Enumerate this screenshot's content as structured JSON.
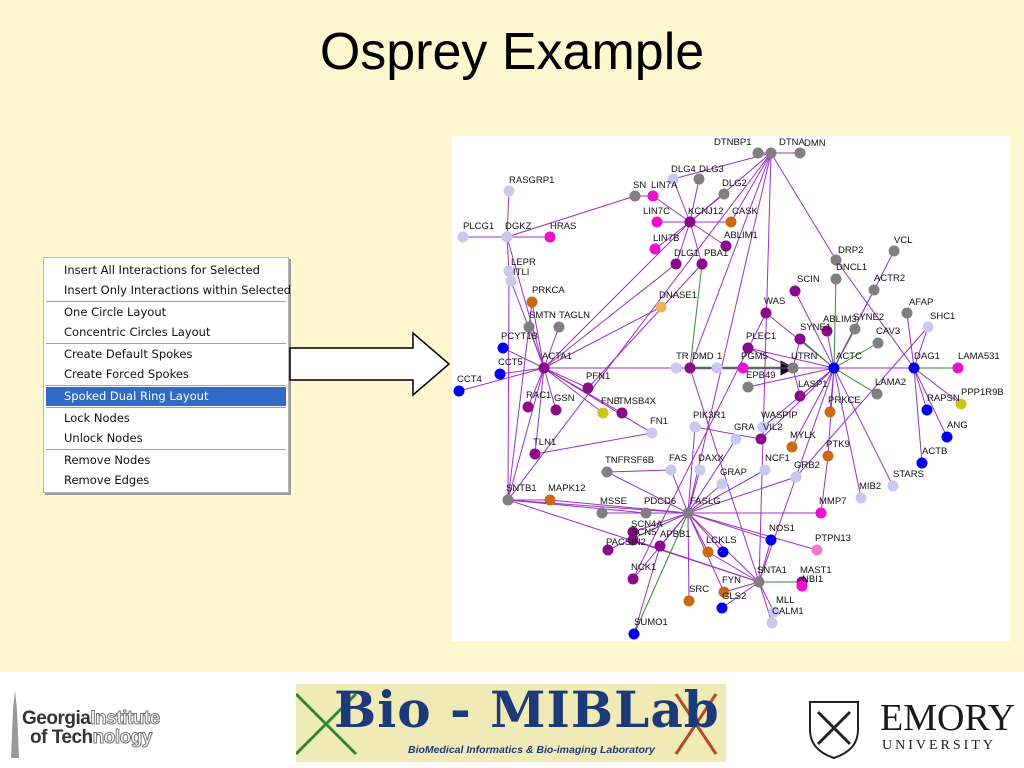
{
  "slide": {
    "title": "Osprey Example"
  },
  "context_menu": {
    "items": [
      {
        "label": "Insert All Interactions for Selected",
        "selected": false
      },
      {
        "label": "Insert Only Interactions within Selected",
        "selected": false
      },
      {
        "label": "One Circle Layout",
        "selected": false
      },
      {
        "label": "Concentric Circles Layout",
        "selected": false
      },
      {
        "label": "Create Default Spokes",
        "selected": false
      },
      {
        "label": "Create Forced Spokes",
        "selected": false
      },
      {
        "label": "Spoked Dual Ring Layout",
        "selected": true
      },
      {
        "label": "Lock Nodes",
        "selected": false
      },
      {
        "label": "Unlock Nodes",
        "selected": false
      },
      {
        "label": "Remove Nodes",
        "selected": false
      },
      {
        "label": "Remove Edges",
        "selected": false
      }
    ],
    "selected_color": "#3169c6"
  },
  "colors": {
    "background": "#fdf8cf",
    "edge": "#9b30c8",
    "edge_green": "#2e8b2e",
    "node_gray": "#808080",
    "node_purple": "#8b0a8b",
    "node_blue": "#0000ee",
    "node_lavender": "#c8c8f0",
    "node_orange": "#cc6a14",
    "node_magenta": "#ee10cc",
    "node_yellow": "#c8c814",
    "node_peach": "#f0b060",
    "node_pink": "#f07ac8"
  },
  "network": {
    "nodes": [
      {
        "id": "DTNBP1",
        "label": "DTNBP1"
      },
      {
        "id": "DTNA",
        "label": "DTNA"
      },
      {
        "id": "DMN",
        "label": "DMN"
      },
      {
        "id": "DLG4",
        "label": "DLG4"
      },
      {
        "id": "DLG3",
        "label": "DLG3"
      },
      {
        "id": "RASGRP1",
        "label": "RASGRP1"
      },
      {
        "id": "SN",
        "label": "SN"
      },
      {
        "id": "LIN7A",
        "label": "LIN7A"
      },
      {
        "id": "DLG2",
        "label": "DLG2"
      },
      {
        "id": "LIN7C",
        "label": "LIN7C"
      },
      {
        "id": "KCNJ12",
        "label": "KCNJ12"
      },
      {
        "id": "CASK",
        "label": "CASK"
      },
      {
        "id": "PLCG1",
        "label": "PLCG1"
      },
      {
        "id": "DGKZ",
        "label": "DGKZ"
      },
      {
        "id": "HRAS",
        "label": "HRAS"
      },
      {
        "id": "LIN7B",
        "label": "LIN7B"
      },
      {
        "id": "ABLIM1",
        "label": "ABLIM1"
      },
      {
        "id": "DLG1",
        "label": "DLG1"
      },
      {
        "id": "PBA1",
        "label": "PBA1"
      },
      {
        "id": "DRP2",
        "label": "DRP2"
      },
      {
        "id": "VCL",
        "label": "VCL"
      },
      {
        "id": "LEPR",
        "label": "LEPR"
      },
      {
        "id": "ITLI",
        "label": "ITLI"
      },
      {
        "id": "DNCL1",
        "label": "DNCL1"
      },
      {
        "id": "PRKCA",
        "label": "PRKCA"
      },
      {
        "id": "DNASE1",
        "label": "DNASE1"
      },
      {
        "id": "SCIN",
        "label": "SCIN"
      },
      {
        "id": "ACTR2",
        "label": "ACTR2"
      },
      {
        "id": "SMTN",
        "label": "SMTN"
      },
      {
        "id": "TAGLN",
        "label": "TAGLN"
      },
      {
        "id": "WAS",
        "label": "WAS"
      },
      {
        "id": "ABLIM3",
        "label": "ABLIM3"
      },
      {
        "id": "AFAP",
        "label": "AFAP"
      },
      {
        "id": "SYNE2",
        "label": "SYNE2"
      },
      {
        "id": "SHC1",
        "label": "SHC1"
      },
      {
        "id": "PCYT1B",
        "label": "PCYT1B"
      },
      {
        "id": "SYNE1",
        "label": "SYNE1"
      },
      {
        "id": "CAV3",
        "label": "CAV3"
      },
      {
        "id": "PLEC1",
        "label": "PLEC1"
      },
      {
        "id": "ACTA1",
        "label": "ACTA1"
      },
      {
        "id": "TR",
        "label": "TR"
      },
      {
        "id": "DMD",
        "label": "DMD"
      },
      {
        "id": "1",
        "label": "1"
      },
      {
        "id": "UTRN",
        "label": "UTRN"
      },
      {
        "id": "ACTC",
        "label": "ACTC"
      },
      {
        "id": "DAG1",
        "label": "DAG1"
      },
      {
        "id": "LAMA531",
        "label": "LAMA531"
      },
      {
        "id": "CCT5",
        "label": "CCT5"
      },
      {
        "id": "PGM5",
        "label": "PGM5"
      },
      {
        "id": "CCT4",
        "label": "CCT4"
      },
      {
        "id": "PFN1",
        "label": "PFN1"
      },
      {
        "id": "EPB49",
        "label": "EPB49"
      },
      {
        "id": "LASP1",
        "label": "LASP1"
      },
      {
        "id": "LAMA2",
        "label": "LAMA2"
      },
      {
        "id": "PPP1R9B",
        "label": "PPP1R9B"
      },
      {
        "id": "RAC1",
        "label": "RAC1"
      },
      {
        "id": "GSN",
        "label": "GSN"
      },
      {
        "id": "FNB",
        "label": "FNB"
      },
      {
        "id": "TMSB4X",
        "label": "TMSB4X"
      },
      {
        "id": "PRKCE",
        "label": "PRKCE"
      },
      {
        "id": "RAPSN",
        "label": "RAPSN"
      },
      {
        "id": "PIK3R1",
        "label": "PIK3R1"
      },
      {
        "id": "WASPIP",
        "label": "WASPIP"
      },
      {
        "id": "FN1",
        "label": "FN1"
      },
      {
        "id": "GRA",
        "label": "GRA"
      },
      {
        "id": "VIL2",
        "label": "VIL2"
      },
      {
        "id": "ANG",
        "label": "ANG"
      },
      {
        "id": "TLN1",
        "label": "TLN1"
      },
      {
        "id": "MYLK",
        "label": "MYLK"
      },
      {
        "id": "ACTB",
        "label": "ACTB"
      },
      {
        "id": "PTK9",
        "label": "PTK9"
      },
      {
        "id": "TNFRSF6B",
        "label": "TNFRSF6B"
      },
      {
        "id": "FAS",
        "label": "FAS"
      },
      {
        "id": "DAXX",
        "label": "DAXX"
      },
      {
        "id": "NCF1",
        "label": "NCF1"
      },
      {
        "id": "STARS",
        "label": "STARS"
      },
      {
        "id": "GRAP",
        "label": "GRAP"
      },
      {
        "id": "GRB2",
        "label": "GRB2"
      },
      {
        "id": "SNTB1",
        "label": "SNTB1"
      },
      {
        "id": "MAPK12",
        "label": "MAPK12"
      },
      {
        "id": "MIB2",
        "label": "MIB2"
      },
      {
        "id": "MSSE",
        "label": "MSSE"
      },
      {
        "id": "PDCD6",
        "label": "PDCD6"
      },
      {
        "id": "FASLG",
        "label": "FASLG"
      },
      {
        "id": "MMP7",
        "label": "MMP7"
      },
      {
        "id": "SCN4A",
        "label": "SCN4A"
      },
      {
        "id": "SCN5",
        "label": "SCN5"
      },
      {
        "id": "APBB1",
        "label": "APBB1"
      },
      {
        "id": "NOS1",
        "label": "NOS1"
      },
      {
        "id": "PACSIN2",
        "label": "PACSIN2"
      },
      {
        "id": "LCK",
        "label": "LCK"
      },
      {
        "id": "LS",
        "label": "LS"
      },
      {
        "id": "PTPN13",
        "label": "PTPN13"
      },
      {
        "id": "NCK1",
        "label": "NCK1"
      },
      {
        "id": "SNTA1",
        "label": "SNTA1"
      },
      {
        "id": "MAST1",
        "label": "MAST1"
      },
      {
        "id": "NBI1",
        "label": "NBI1"
      },
      {
        "id": "FYN",
        "label": "FYN"
      },
      {
        "id": "SRC",
        "label": "SRC"
      },
      {
        "id": "GLS2",
        "label": "GLS2"
      },
      {
        "id": "MLL",
        "label": "MLL"
      },
      {
        "id": "CALM1",
        "label": "CALM1"
      },
      {
        "id": "SUMO1",
        "label": "SUMO1"
      }
    ]
  },
  "logos": {
    "georgia_tech": {
      "line1_bold": "Georgia",
      "line1_light": "Institute",
      "line2_bold": "of Tech",
      "line2_light": "nology"
    },
    "bio_miblab": {
      "title": "Bio - MIBLab",
      "subtitle": "BioMedical Informatics & Bio-imaging Laboratory"
    },
    "emory": {
      "name": "EMORY",
      "university": "UNIVERSITY"
    }
  }
}
